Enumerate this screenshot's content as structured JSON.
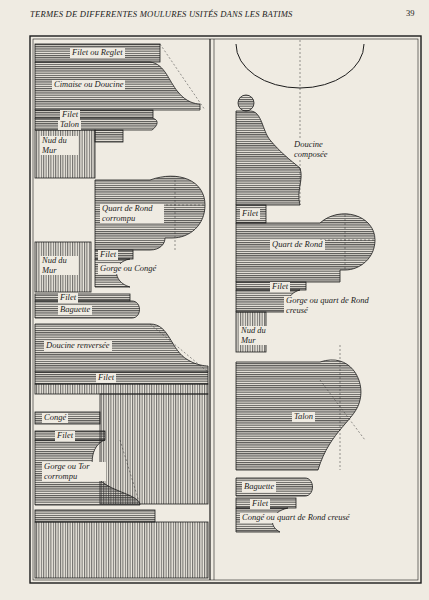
{
  "diagram": {
    "title": "TERMES DE DIFFERENTES MOULURES USITÉS DANS LES BATIMS",
    "labels": [
      "39",
      "Filet ou Reglet",
      "Cimaise ou Doucine",
      "Filet",
      "Talon",
      "Nud du Mur",
      "Quart de Rond corrompu",
      "Nud du Mur",
      "Filet",
      "Gorge ou Congé",
      "Filet",
      "Baguette",
      "Doucine renversée",
      "Filet",
      "Congé",
      "Filet",
      "Gorge ou Tor corrompu",
      "Doucine composée",
      "Filet",
      "Quart de Rond",
      "Filet",
      "Gorge ou quart de Rond creusé",
      "Nud du Mur",
      "Talon",
      "Baguette",
      "Filet",
      "Congé ou quart de Rond creusé"
    ]
  }
}
